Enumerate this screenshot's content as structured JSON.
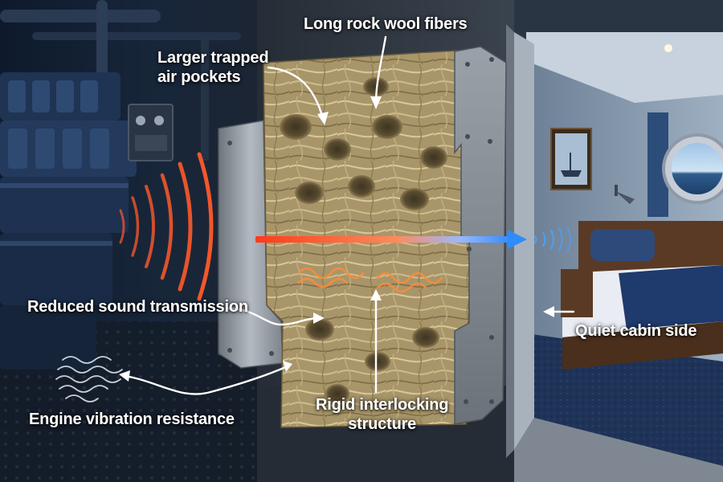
{
  "labels": {
    "long_fibers": "Long rock wool fibers",
    "air_pockets_line1": "Larger trapped",
    "air_pockets_line2": "air pockets",
    "reduced_sound": "Reduced sound transmission",
    "engine_vibration": "Engine vibration resistance",
    "rigid_line1": "Rigid interlocking",
    "rigid_line2": "structure",
    "quiet_cabin": "Quiet cabin side"
  },
  "colors": {
    "sound_loud": "#ff5a2a",
    "sound_quiet": "#4aa0ff",
    "wool": "#b7a57a",
    "steel": "#8d949c",
    "engine_room": "#1a2a40",
    "cabin_wall": "#8ea2b8",
    "carpet": "#1f3358",
    "label_text": "#ffffff"
  }
}
